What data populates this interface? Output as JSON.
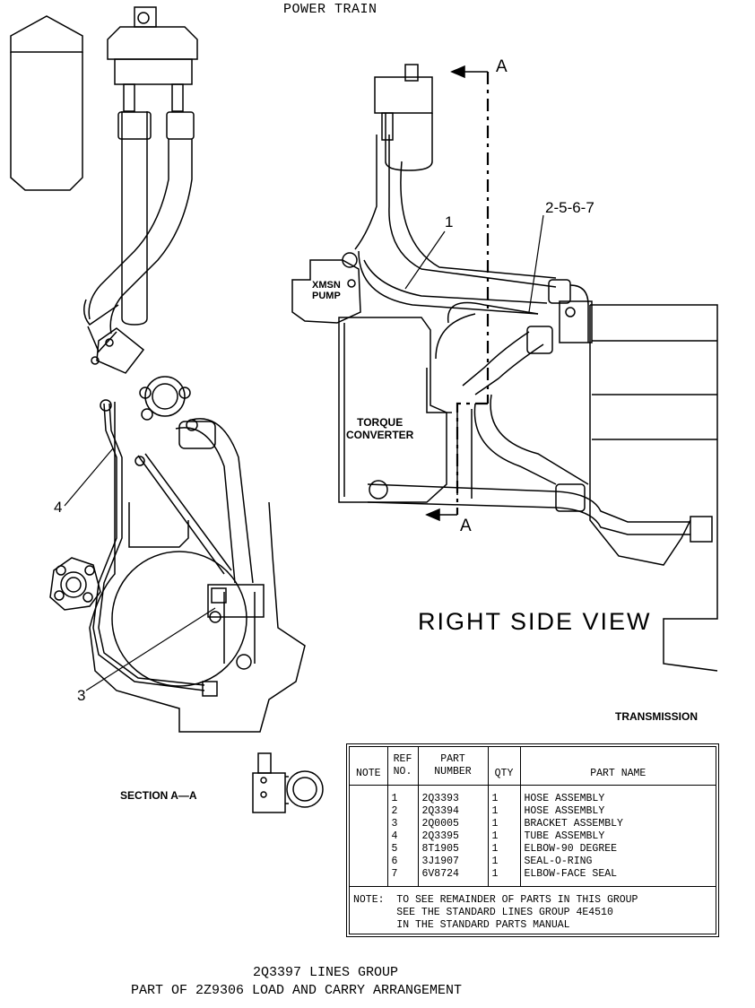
{
  "sheet_title": "POWER TRAIN",
  "view_title": "RIGHT SIDE VIEW",
  "section_label": "SECTION A—A",
  "section_marker": "A",
  "labels": {
    "transmission": "TRANSMISSION",
    "xmsn_pump_line1": "XMSN",
    "xmsn_pump_line2": "PUMP",
    "torque_converter_line1": "TORQUE",
    "torque_converter_line2": "CONVERTER"
  },
  "callouts": {
    "c1": "1",
    "c2567": "2-5-6-7",
    "c3": "3",
    "c4": "4"
  },
  "parts_table": {
    "headers": {
      "note": "NOTE",
      "ref_line1": "REF",
      "ref_line2": "NO.",
      "part_line1": "PART",
      "part_line2": "NUMBER",
      "qty": "QTY",
      "part_name": "PART NAME"
    },
    "rows": [
      {
        "ref": "1",
        "part_number": "2Q3393",
        "qty": "1",
        "name": "HOSE ASSEMBLY"
      },
      {
        "ref": "2",
        "part_number": "2Q3394",
        "qty": "1",
        "name": "HOSE ASSEMBLY"
      },
      {
        "ref": "3",
        "part_number": "2Q0005",
        "qty": "1",
        "name": "BRACKET ASSEMBLY"
      },
      {
        "ref": "4",
        "part_number": "2Q3395",
        "qty": "1",
        "name": "TUBE ASSEMBLY"
      },
      {
        "ref": "5",
        "part_number": "8T1905",
        "qty": "1",
        "name": "ELBOW-90 DEGREE"
      },
      {
        "ref": "6",
        "part_number": "3J1907",
        "qty": "1",
        "name": "SEAL-O-RING"
      },
      {
        "ref": "7",
        "part_number": "6V8724",
        "qty": "1",
        "name": "ELBOW-FACE SEAL"
      }
    ],
    "note_lines": [
      "NOTE:  TO SEE REMAINDER OF PARTS IN THIS GROUP",
      "       SEE THE STANDARD LINES GROUP 4E4510",
      "       IN THE STANDARD PARTS MANUAL"
    ]
  },
  "footer": {
    "line1": "2Q3397 LINES GROUP",
    "line2": "PART OF 2Z9306 LOAD AND CARRY ARRANGEMENT"
  }
}
